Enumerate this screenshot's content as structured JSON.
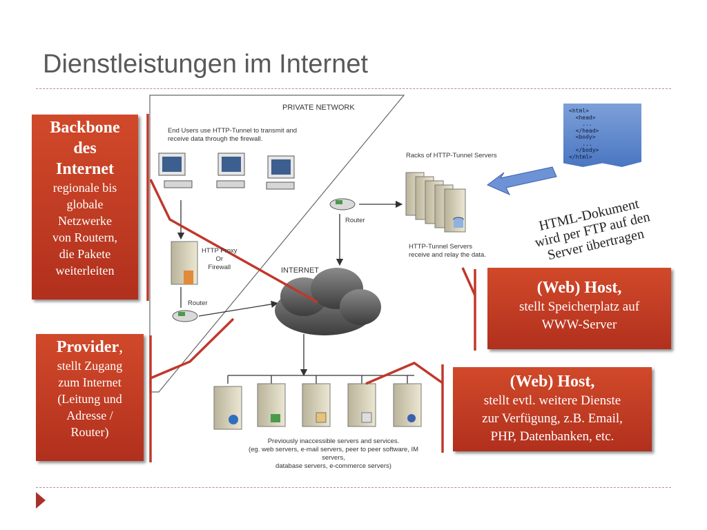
{
  "title": "Dienstleistungen im Internet",
  "diagram": {
    "private_network": "PRIVATE NETWORK",
    "end_users_line1": "End Users use HTTP-Tunnel to transmit and",
    "end_users_line2": "receive data through the firewall.",
    "racks": "Racks of HTTP-Tunnel Servers",
    "router": "Router",
    "tunnel_line1": "HTTP-Tunnel Servers",
    "tunnel_line2": "receive and relay the data.",
    "proxy_line1": "HTTP Proxy",
    "proxy_line2": "Or",
    "proxy_line3": "Firewall",
    "internet": "INTERNET",
    "servers_line1": "Previously inaccessible servers and services.",
    "servers_line2": "(eg. web servers, e-mail servers, peer to peer software, IM servers,",
    "servers_line3": "database servers, e-commerce servers)"
  },
  "html_doc": {
    "code": "<html>\n  <head>\n    ...\n  </head>\n  <body>\n    ...\n  </body>\n</html>"
  },
  "ftp_note": {
    "line1": "HTML-Dokument",
    "line2": "wird per FTP auf den",
    "line3": "Server übertragen"
  },
  "boxes": {
    "backbone": {
      "h1": "Backbone",
      "h2": "des",
      "h3": "Internet",
      "b1": "regionale bis",
      "b2": "globale",
      "b3": "Netzwerke",
      "b4": "von Routern,",
      "b5": "die Pakete",
      "b6": "weiterleiten"
    },
    "provider": {
      "h": "Provider",
      "h_suffix": ",",
      "b1": "stellt Zugang",
      "b2": "zum Internet",
      "b3": "(Leitung und",
      "b4": "Adresse /",
      "b5": "Router)"
    },
    "webhost1": {
      "h": "(Web) Host,",
      "b1": "stellt Speicherplatz auf",
      "b2": "WWW-Server"
    },
    "webhost2": {
      "h": "(Web) Host,",
      "b1": "stellt evtl. weitere Dienste",
      "b2": "zur Verfügung, z.B. Email,",
      "b3": "PHP, Datenbanken, etc."
    }
  },
  "colors": {
    "accent_red": "#b1301d",
    "connector": "#c0382b",
    "doc_blue": "#5b84cc"
  }
}
